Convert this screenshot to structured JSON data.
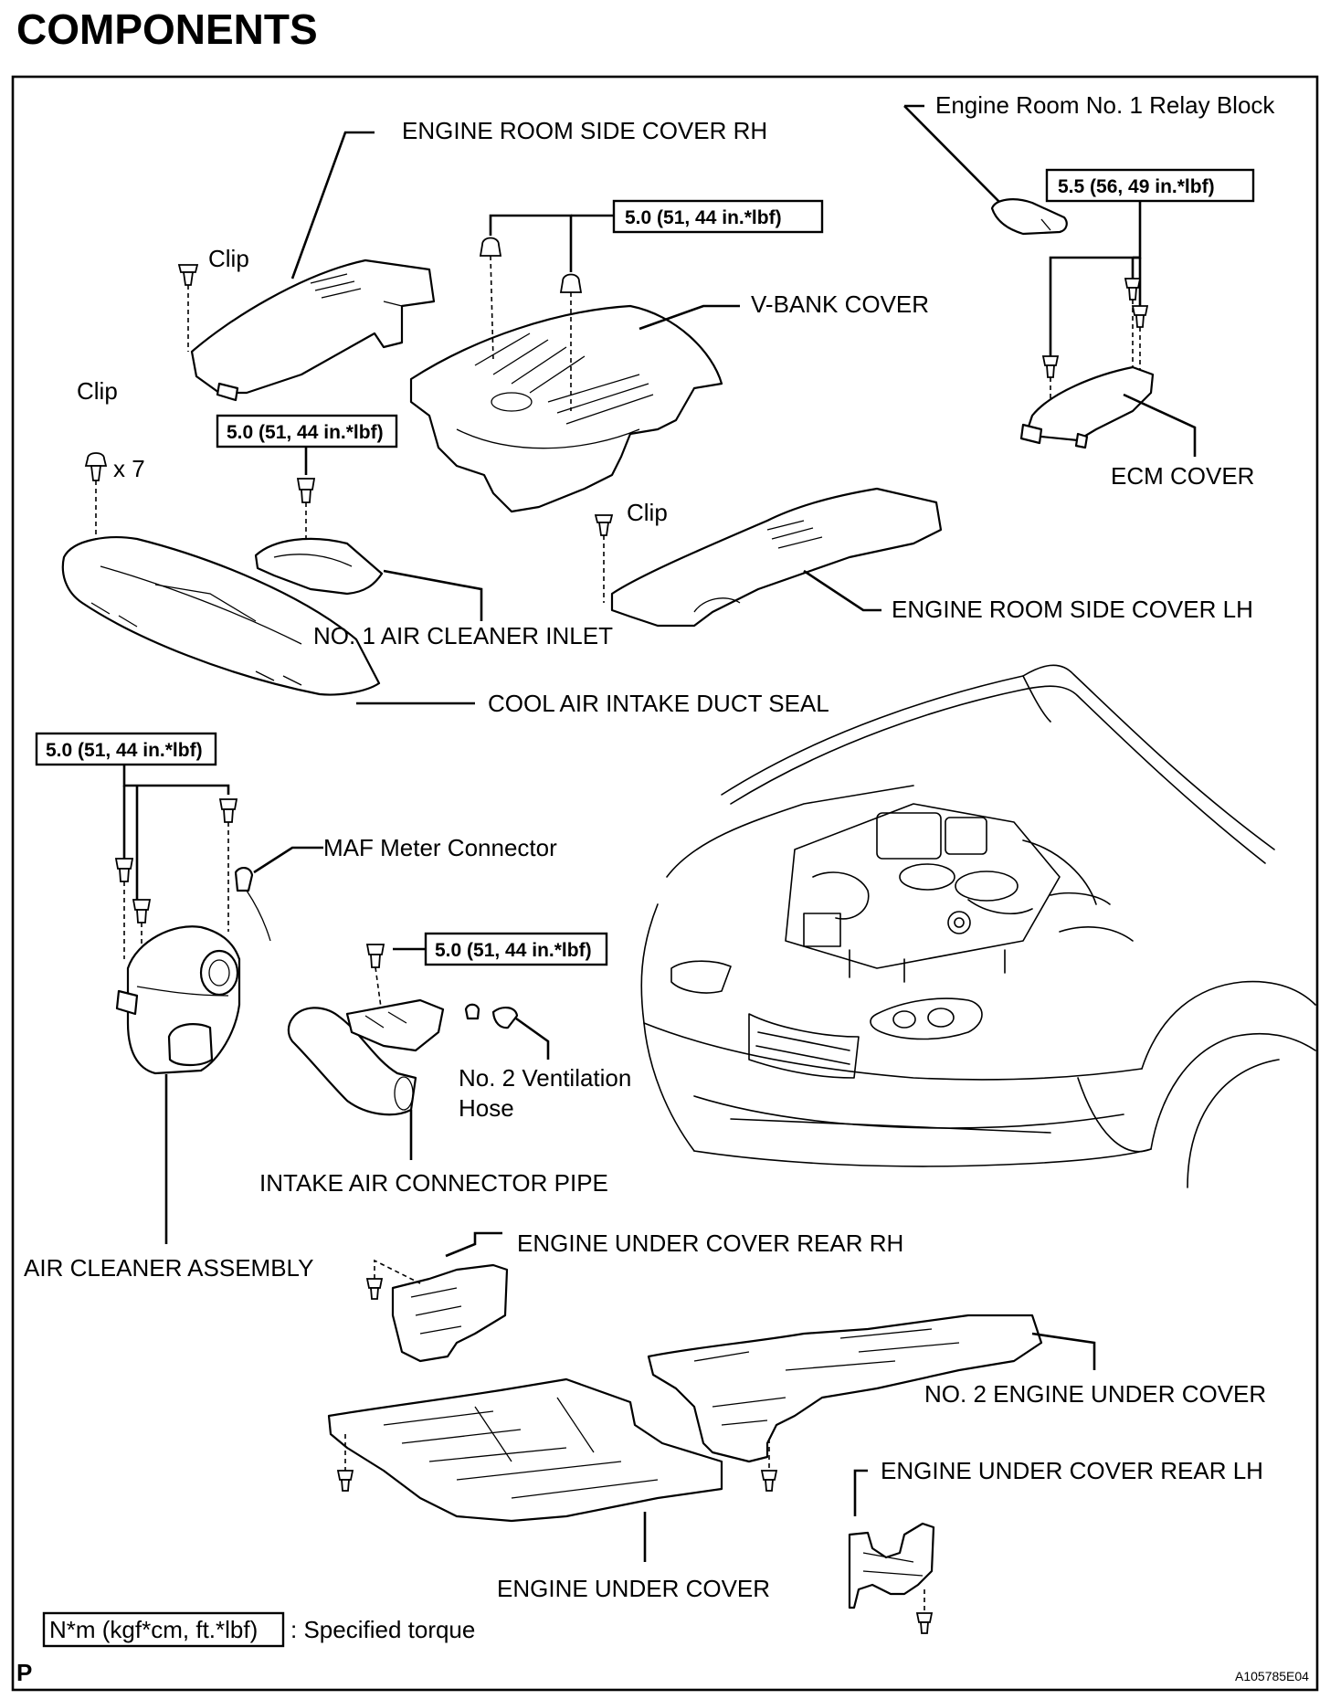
{
  "title": "COMPONENTS",
  "labels": {
    "engine_room_side_cover_rh": "ENGINE ROOM SIDE COVER RH",
    "engine_room_relay_block": "Engine Room No. 1 Relay Block",
    "v_bank_cover": "V-BANK COVER",
    "ecm_cover": "ECM COVER",
    "engine_room_side_cover_lh": "ENGINE ROOM SIDE COVER LH",
    "no1_air_cleaner_inlet": "NO. 1 AIR CLEANER INLET",
    "cool_air_intake_duct_seal": "COOL AIR INTAKE DUCT SEAL",
    "maf_meter_connector": "MAF Meter Connector",
    "no2_ventilation_hose_line1": "No. 2 Ventilation",
    "no2_ventilation_hose_line2": "Hose",
    "intake_air_connector_pipe": "INTAKE AIR CONNECTOR PIPE",
    "air_cleaner_assembly": "AIR CLEANER ASSEMBLY",
    "engine_under_cover_rear_rh": "ENGINE UNDER COVER REAR RH",
    "no2_engine_under_cover": "NO. 2 ENGINE UNDER COVER",
    "engine_under_cover_rear_lh": "ENGINE UNDER COVER REAR LH",
    "engine_under_cover": "ENGINE UNDER COVER",
    "clip_1": "Clip",
    "clip_2": "Clip",
    "clip_3": "Clip",
    "clip_count": "x 7"
  },
  "torques": {
    "v_bank": "5.0 (51, 44 in.*lbf)",
    "relay_block": "5.5 (56, 49 in.*lbf)",
    "air_cleaner_inlet": "5.0 (51, 44 in.*lbf)",
    "air_cleaner_assembly": "5.0 (51, 44 in.*lbf)",
    "connector_pipe": "5.0 (51, 44 in.*lbf)"
  },
  "legend": {
    "unit_box": "N*m (kgf*cm, ft.*lbf)",
    "description": ": Specified torque"
  },
  "footer": {
    "corner_mark": "P",
    "figure_code": "A105785E04"
  }
}
